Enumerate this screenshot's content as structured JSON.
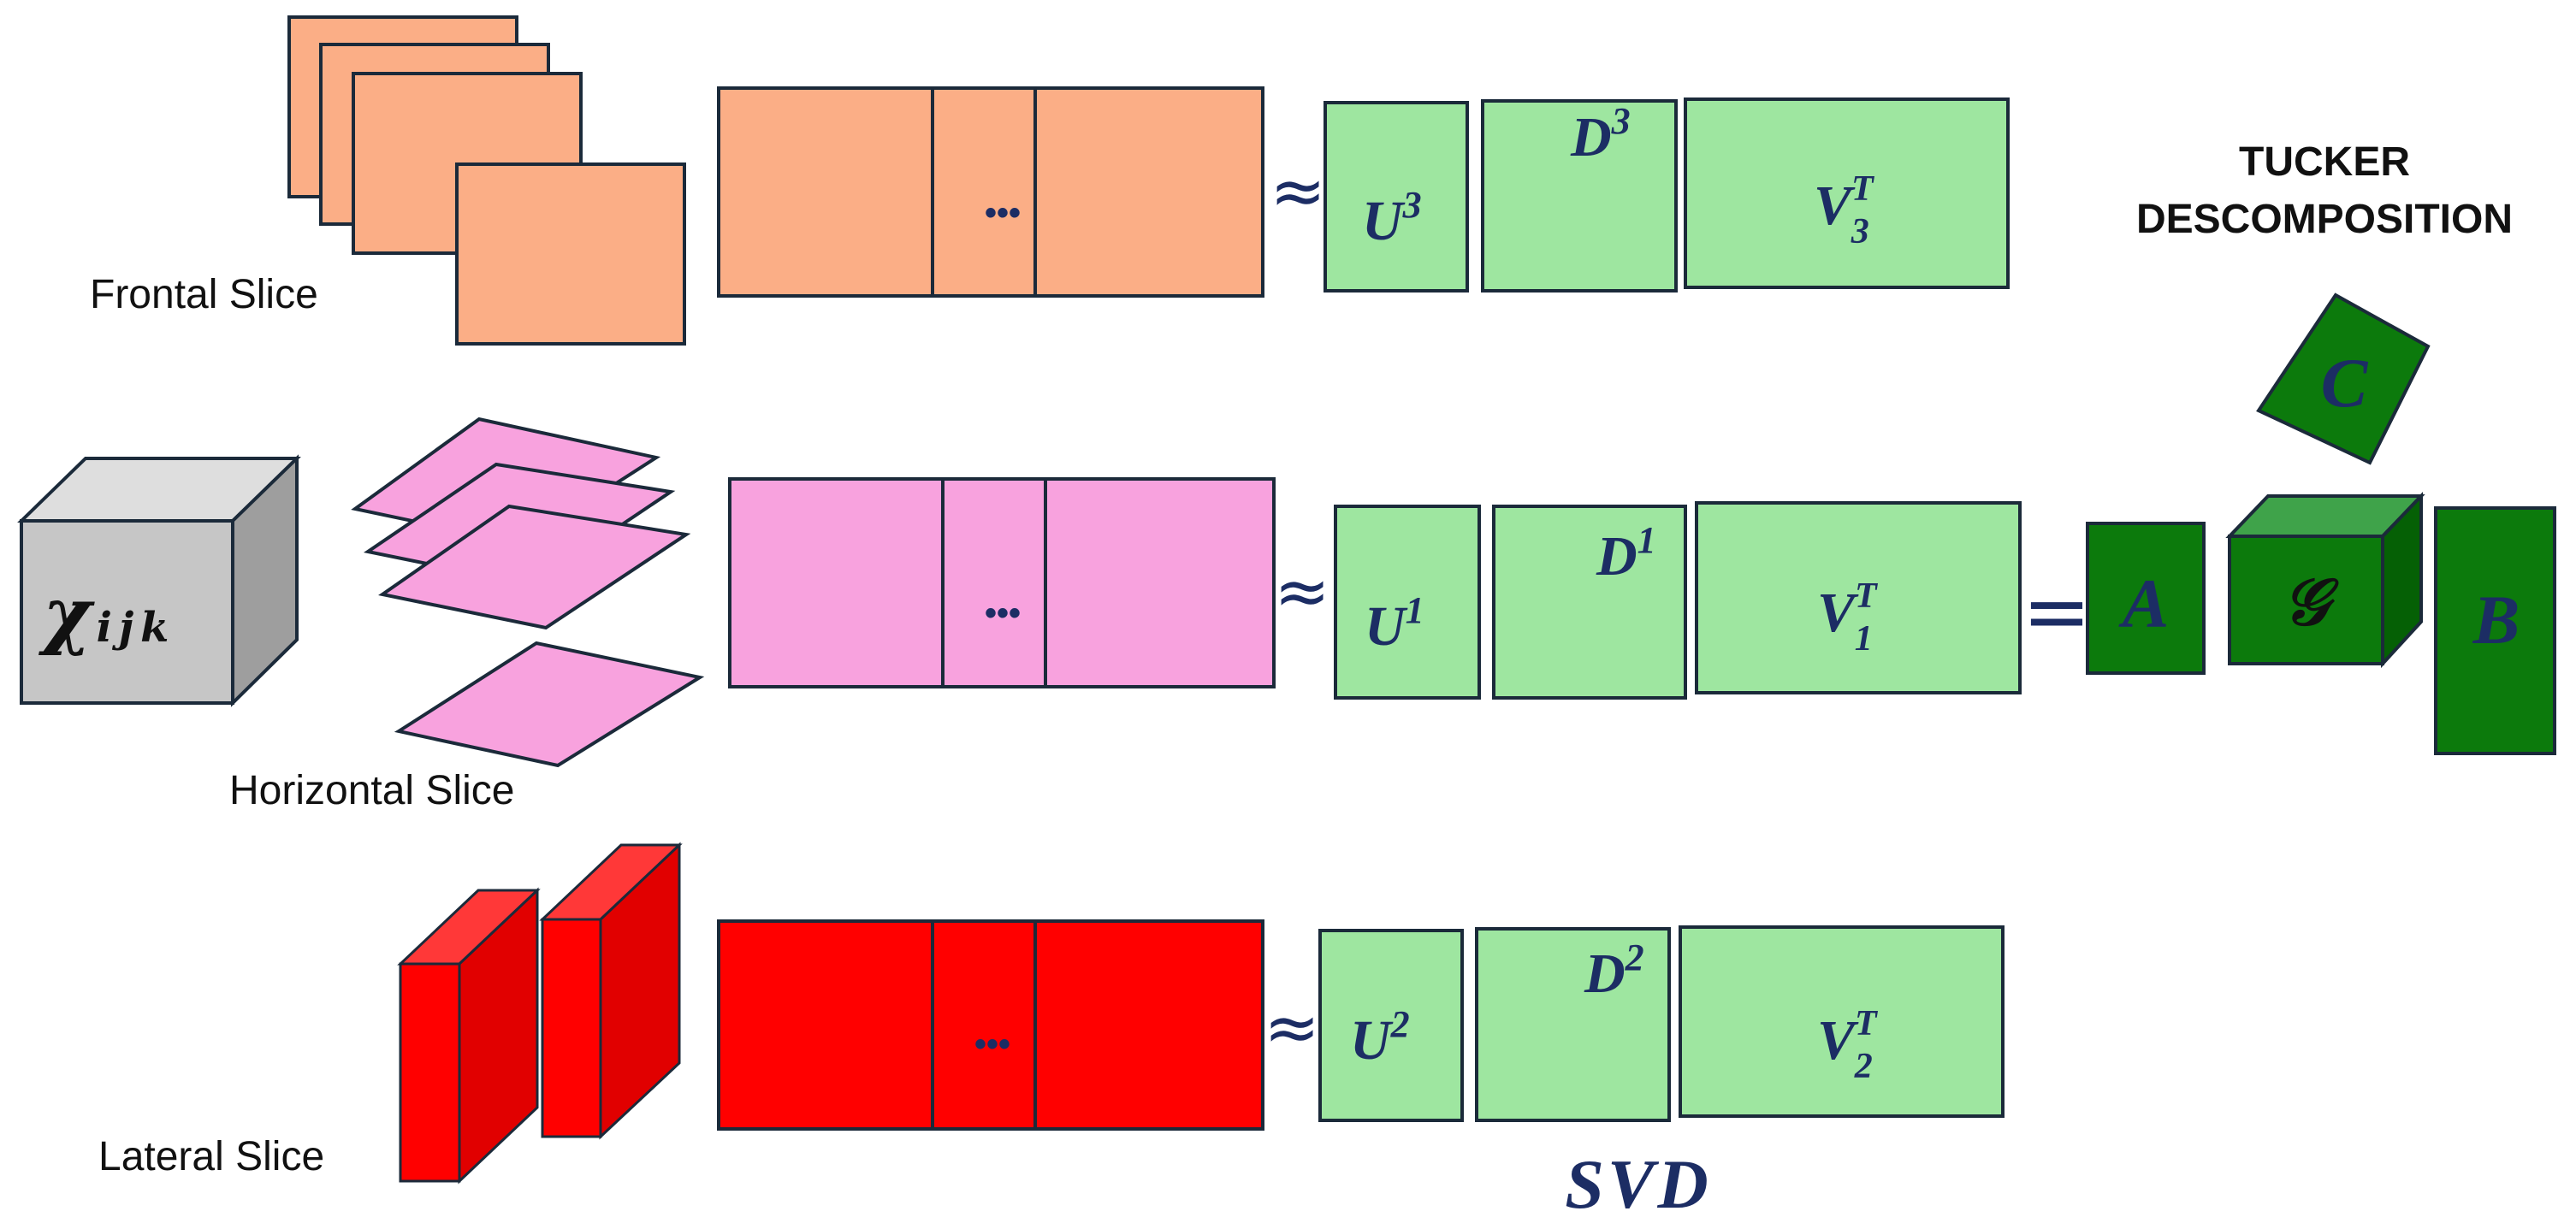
{
  "colors": {
    "frontal": "#fbae86",
    "horizontal": "#f8a2de",
    "lateral_front": "#ff0000",
    "lateral_side": "#e10000",
    "lateral_top": "#ff3838",
    "svd_green": "#9ee6a0",
    "tucker_green": "#0c7a0c",
    "tucker_green_top": "#3fa34a",
    "tucker_green_side": "#056005",
    "cube_front": "#c6c6c6",
    "cube_top": "#dedede",
    "cube_side": "#9e9e9e",
    "math_text": "#1c2d64",
    "outline": "#1b2a3a"
  },
  "tensor": {
    "symbol": "χ",
    "indices": "ijk"
  },
  "slices": {
    "frontal": {
      "label": "Frontal Slice"
    },
    "horizontal": {
      "label": "Horizontal Slice"
    },
    "lateral": {
      "label": "Lateral Slice"
    }
  },
  "ellipsis": "•••",
  "approx": "≈",
  "equals": "=",
  "svd_rows": {
    "mode3": {
      "U": "U",
      "U_sup": "3",
      "D": "D",
      "D_sup": "3",
      "V": "V",
      "V_sup": "T",
      "V_sub": "3"
    },
    "mode1": {
      "U": "U",
      "U_sup": "1",
      "D": "D",
      "D_sup": "1",
      "V": "V",
      "V_sup": "T",
      "V_sub": "1"
    },
    "mode2": {
      "U": "U",
      "U_sup": "2",
      "D": "D",
      "D_sup": "2",
      "V": "V",
      "V_sup": "T",
      "V_sub": "2"
    }
  },
  "svd_label": "SVD",
  "tucker": {
    "title_line1": "TUCKER",
    "title_line2": "DESCOMPOSITION",
    "A": "A",
    "B": "B",
    "C": "C",
    "core": "𝒢"
  }
}
